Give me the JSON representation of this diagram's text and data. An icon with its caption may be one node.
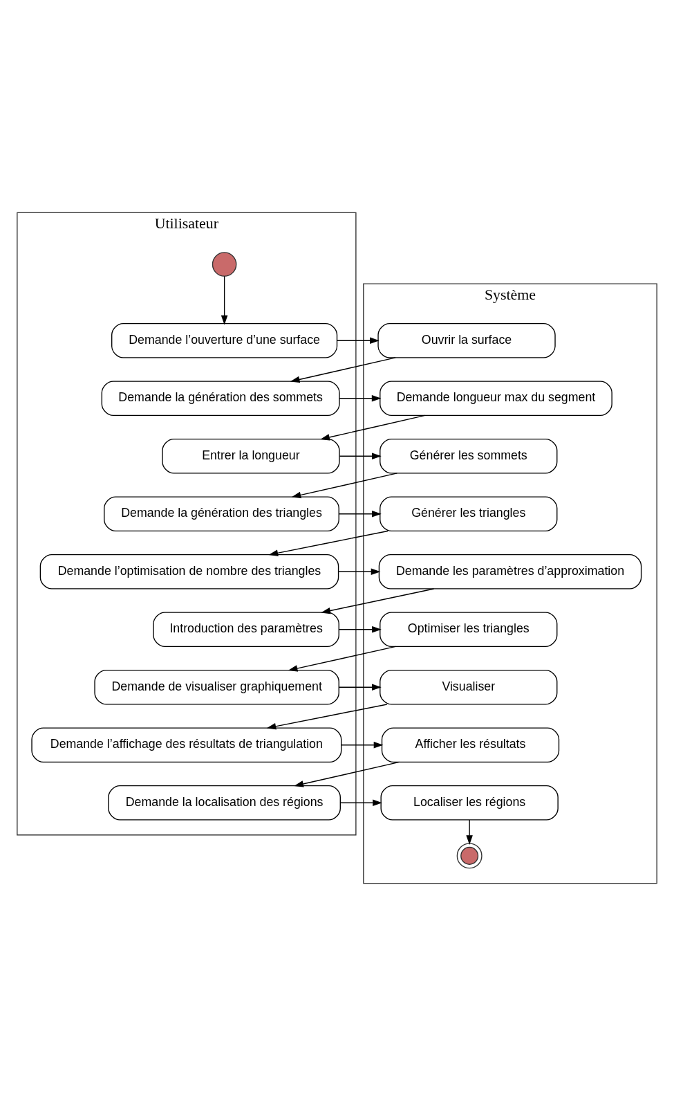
{
  "diagram": {
    "nodes": [
      {
        "text": [
          "Utilisateur"
        ]
      },
      {
        "text": [
          "Système"
        ]
      },
      {
        "text": [],
        "shape": "circle",
        "in": 0
      },
      {
        "text": [
          "Demande l’ouverture d’une surface"
        ],
        "in": 0
      },
      {
        "text": [
          "Ouvrir la surface"
        ],
        "in": 1
      },
      {
        "text": [
          "Demande la génération des sommets"
        ],
        "in": 0
      },
      {
        "text": [
          "Demande longueur max du segment"
        ],
        "in": 1
      },
      {
        "text": [
          "Entrer la longueur"
        ],
        "in": 0
      },
      {
        "text": [
          "Générer les sommets"
        ],
        "in": 1
      },
      {
        "text": [
          "Demande la génération des triangles"
        ],
        "in": 0
      },
      {
        "text": [
          "Générer les triangles"
        ],
        "in": 1
      },
      {
        "text": [
          "Demande l’optimisation de nombre des triangles"
        ],
        "in": 0
      },
      {
        "text": [
          "Demande les paramètres d’approximation"
        ],
        "in": 1
      },
      {
        "text": [
          "Introduction des paramètres"
        ],
        "in": 0
      },
      {
        "text": [
          "Optimiser les triangles"
        ],
        "in": 1
      },
      {
        "text": [
          "Demande de visualiser graphiquement"
        ],
        "in": 0
      },
      {
        "text": [
          "Visualiser"
        ],
        "in": 1
      },
      {
        "text": [
          "Demande l’affichage des résultats de triangulation"
        ],
        "in": 0
      },
      {
        "text": [
          "Afficher les résultats"
        ],
        "in": 1
      },
      {
        "text": [
          "Demande la localisation des régions"
        ],
        "in": 0
      },
      {
        "text": [
          "Localiser les régions"
        ],
        "in": 1
      },
      {
        "text": [],
        "shape": "circle",
        "in": 1
      }
    ],
    "edges": [
      {
        "from": 2,
        "to": 3,
        "arrow": "to"
      },
      {
        "from": 3,
        "to": 4,
        "arrow": "to"
      },
      {
        "from": 4,
        "to": 5,
        "arrow": "to"
      },
      {
        "from": 5,
        "to": 6,
        "arrow": "to"
      },
      {
        "from": 6,
        "to": 7,
        "arrow": "to"
      },
      {
        "from": 7,
        "to": 8,
        "arrow": "to"
      },
      {
        "from": 8,
        "to": 9,
        "arrow": "to"
      },
      {
        "from": 9,
        "to": 10,
        "arrow": "to"
      },
      {
        "from": 10,
        "to": 11,
        "arrow": "to"
      },
      {
        "from": 11,
        "to": 12,
        "arrow": "to"
      },
      {
        "from": 12,
        "to": 13,
        "arrow": "to"
      },
      {
        "from": 13,
        "to": 14,
        "arrow": "to"
      },
      {
        "from": 14,
        "to": 15,
        "arrow": "to"
      },
      {
        "from": 15,
        "to": 16,
        "arrow": "to"
      },
      {
        "from": 16,
        "to": 17,
        "arrow": "to"
      },
      {
        "from": 17,
        "to": 18,
        "arrow": "to"
      },
      {
        "from": 18,
        "to": 19,
        "arrow": "to"
      },
      {
        "from": 19,
        "to": 20,
        "arrow": "to"
      },
      {
        "from": 20,
        "to": 21,
        "arrow": "to"
      }
    ]
  }
}
